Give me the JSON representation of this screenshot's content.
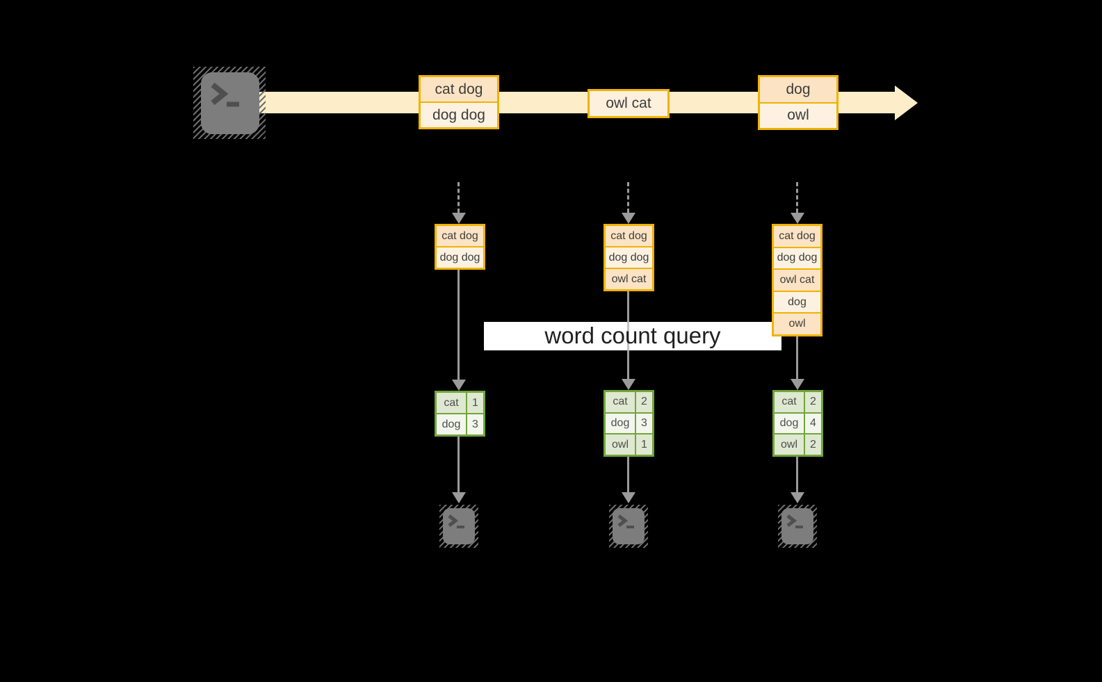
{
  "query": {
    "label": "word count query"
  },
  "stream": {
    "batches": [
      {
        "rows": [
          "cat dog",
          "dog dog"
        ]
      },
      {
        "rows": [
          "owl cat"
        ]
      },
      {
        "rows": [
          "dog",
          "owl"
        ]
      }
    ]
  },
  "states": [
    {
      "rows": [
        "cat dog",
        "dog dog"
      ]
    },
    {
      "rows": [
        "cat dog",
        "dog dog",
        "owl cat"
      ]
    },
    {
      "rows": [
        "cat dog",
        "dog dog",
        "owl cat",
        "dog",
        "owl"
      ]
    }
  ],
  "results": [
    {
      "rows": [
        {
          "word": "cat",
          "count": "1"
        },
        {
          "word": "dog",
          "count": "3"
        }
      ]
    },
    {
      "rows": [
        {
          "word": "cat",
          "count": "2"
        },
        {
          "word": "dog",
          "count": "3"
        },
        {
          "word": "owl",
          "count": "1"
        }
      ]
    },
    {
      "rows": [
        {
          "word": "cat",
          "count": "2"
        },
        {
          "word": "dog",
          "count": "4"
        },
        {
          "word": "owl",
          "count": "2"
        }
      ]
    }
  ],
  "icons": {
    "source": "terminal-icon",
    "sinks": [
      "terminal-icon",
      "terminal-icon",
      "terminal-icon"
    ]
  },
  "colors": {
    "background": "#000000",
    "stream_band": "#fdeec9",
    "record_border": "#f0b204",
    "record_fill_peach": "#fbe3c3",
    "record_fill_cream": "#fdf2e1",
    "table_border": "#72a53b",
    "table_fill_green": "#dfe8d1",
    "table_fill_white": "#f3f6ed",
    "arrow_gray": "#9b9b9b",
    "terminal_gray": "#7d7d7d",
    "query_band": "#ffffff"
  }
}
